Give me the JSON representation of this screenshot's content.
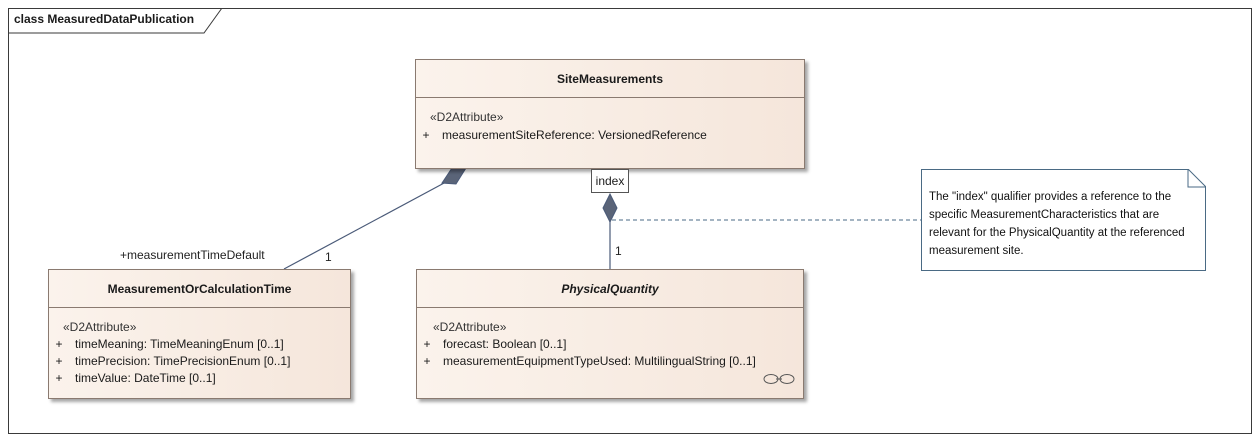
{
  "frame": {
    "title": "class MeasuredDataPublication"
  },
  "classes": {
    "site_measurements": {
      "name": "SiteMeasurements",
      "stereotype": "«D2Attribute»",
      "attributes": [
        {
          "visibility": "+",
          "text": "measurementSiteReference: VersionedReference"
        }
      ]
    },
    "measurement_or_calculation_time": {
      "name": "MeasurementOrCalculationTime",
      "stereotype": "«D2Attribute»",
      "attributes": [
        {
          "visibility": "+",
          "text": "timeMeaning: TimeMeaningEnum [0..1]"
        },
        {
          "visibility": "+",
          "text": "timePrecision: TimePrecisionEnum [0..1]"
        },
        {
          "visibility": "+",
          "text": "timeValue: DateTime [0..1]"
        }
      ]
    },
    "physical_quantity": {
      "name": "PhysicalQuantity",
      "abstract": true,
      "stereotype": "«D2Attribute»",
      "attributes": [
        {
          "visibility": "+",
          "text": "forecast: Boolean [0..1]"
        },
        {
          "visibility": "+",
          "text": "measurementEquipmentTypeUsed: MultilingualString [0..1]"
        }
      ]
    }
  },
  "associations": {
    "time_default": {
      "role": "+measurementTimeDefault",
      "multiplicity": "1"
    },
    "physical_quantity": {
      "qualifier": "index",
      "multiplicity": "1"
    }
  },
  "note": {
    "text": "The \"index\" qualifier provides a reference to the specific MeasurementCharacteristics that are relevant for the PhysicalQuantity at the referenced measurement site."
  },
  "icons": {
    "composition": "filled-diamond-icon",
    "extension": "linked-element-icon"
  },
  "colors": {
    "class_fill_start": "#fbf3ec",
    "class_fill_end": "#f5e6db",
    "class_border": "#8a7a70",
    "connector": "#4a5a78",
    "note_border": "#4a6a84"
  }
}
